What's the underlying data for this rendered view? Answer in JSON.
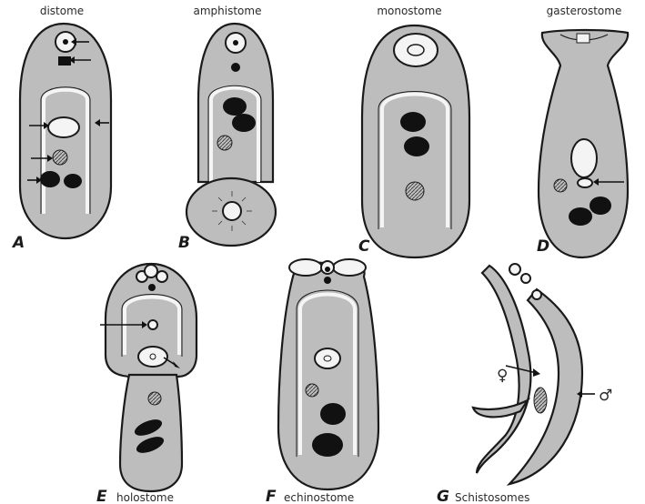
{
  "title": "",
  "labels": {
    "a_name": "distome",
    "b_name": "amphistome",
    "c_name": "monostome",
    "d_name": "gasterostome",
    "e_name": "holostome",
    "f_name": "echinostome",
    "g_name": "Schistosomes",
    "a_letter": "A",
    "b_letter": "B",
    "c_letter": "C",
    "d_letter": "D",
    "e_letter": "E",
    "f_letter": "F",
    "g_letter": "G",
    "female_symbol": "♀",
    "male_symbol": "♂"
  },
  "colors": {
    "body": "#bdbdbd",
    "outline": "#1a1a1a",
    "organ_dark": "#111111",
    "ovary": "#8e8e8e",
    "sucker": "#f4f4f4"
  }
}
